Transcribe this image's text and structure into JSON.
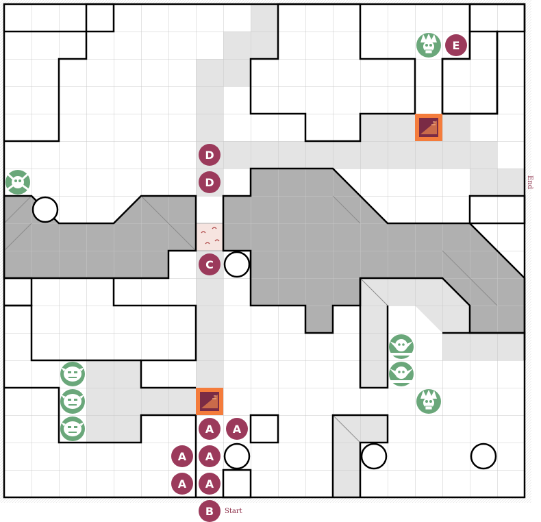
{
  "map": {
    "start_label": "Start",
    "end_label": "End",
    "colors": {
      "floor": "#ffffff",
      "grid": "#c8c8c8",
      "corridor": "#e4e4e4",
      "dark_room": "#b0b0b0",
      "wall": "#000000",
      "token": "#9b3a5b",
      "token_text": "#ffffff",
      "trap": "#f47c3c",
      "trap_inner": "#7a2b45",
      "monster": "#6aa77a",
      "special_tile": "#f6e4e0",
      "special_marks": "#b04a4a"
    }
  },
  "tokens": [
    {
      "letter": "A",
      "col": 7,
      "row": 15
    },
    {
      "letter": "A",
      "col": 8,
      "row": 15
    },
    {
      "letter": "A",
      "col": 6,
      "row": 16
    },
    {
      "letter": "A",
      "col": 7,
      "row": 16
    },
    {
      "letter": "A",
      "col": 6,
      "row": 17
    },
    {
      "letter": "A",
      "col": 7,
      "row": 17
    },
    {
      "letter": "B",
      "col": 7,
      "row": 18
    },
    {
      "letter": "C",
      "col": 7,
      "row": 9
    },
    {
      "letter": "D",
      "col": 7,
      "row": 5
    },
    {
      "letter": "D",
      "col": 7,
      "row": 6
    },
    {
      "letter": "E",
      "col": 16,
      "row": 1
    }
  ],
  "monsters": [
    {
      "kind": "skull-warrior-icon",
      "col": 15,
      "row": 1
    },
    {
      "kind": "skull-warrior-icon",
      "col": 15,
      "row": 14
    },
    {
      "kind": "spider-crab-icon",
      "col": 0,
      "row": 6
    },
    {
      "kind": "orc-icon",
      "col": 2,
      "row": 13
    },
    {
      "kind": "orc-icon",
      "col": 2,
      "row": 14
    },
    {
      "kind": "orc-icon",
      "col": 2,
      "row": 15
    },
    {
      "kind": "goblin-icon",
      "col": 14,
      "row": 12
    },
    {
      "kind": "goblin-icon",
      "col": 14,
      "row": 13
    }
  ],
  "traps": [
    {
      "col": 15,
      "row": 4
    },
    {
      "col": 7,
      "row": 14
    }
  ],
  "pillars": [
    {
      "col": 1,
      "row": 7
    },
    {
      "col": 8,
      "row": 9
    },
    {
      "col": 8,
      "row": 16
    },
    {
      "col": 13,
      "row": 16
    },
    {
      "col": 17,
      "row": 16
    }
  ]
}
